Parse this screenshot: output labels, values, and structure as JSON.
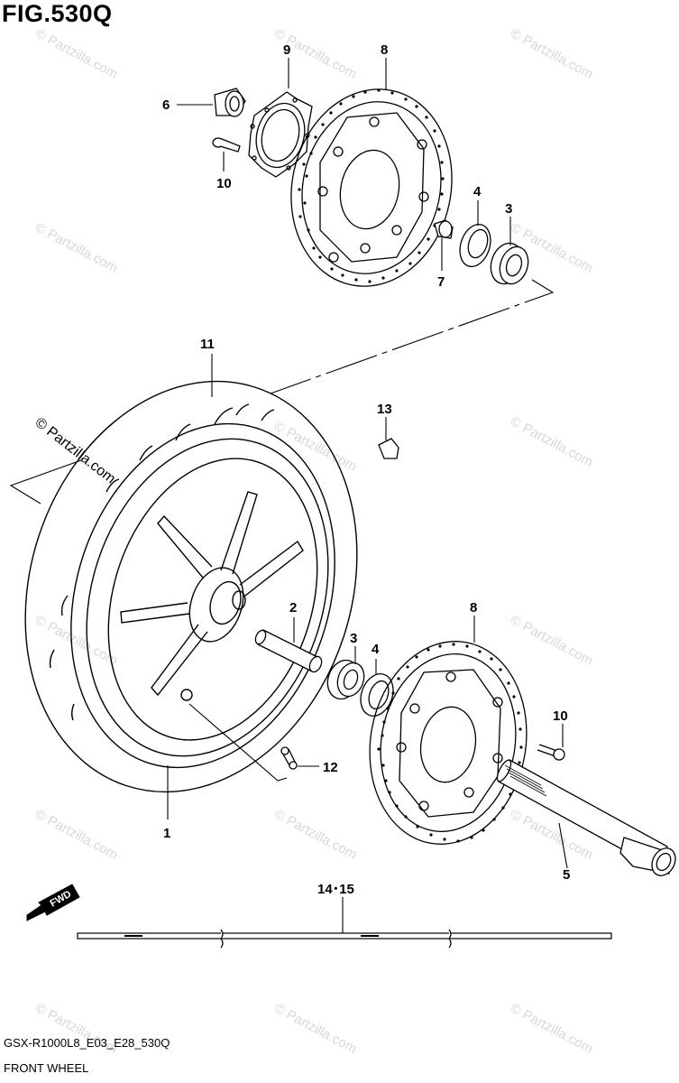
{
  "figure": {
    "title": "FIG.530Q",
    "model_code": "GSX-R1000L8_E03_E28_530Q",
    "name": "FRONT WHEEL"
  },
  "watermark": "© Partzilla.com",
  "fwd_label": "FWD",
  "callouts": {
    "c1": "1",
    "c2": "2",
    "c3a": "3",
    "c3b": "3",
    "c4a": "4",
    "c4b": "4",
    "c5": "5",
    "c6": "6",
    "c7": "7",
    "c8a": "8",
    "c8b": "8",
    "c9": "9",
    "c10a": "10",
    "c10b": "10",
    "c11": "11",
    "c12": "12",
    "c13": "13",
    "c1415": "14･15"
  }
}
